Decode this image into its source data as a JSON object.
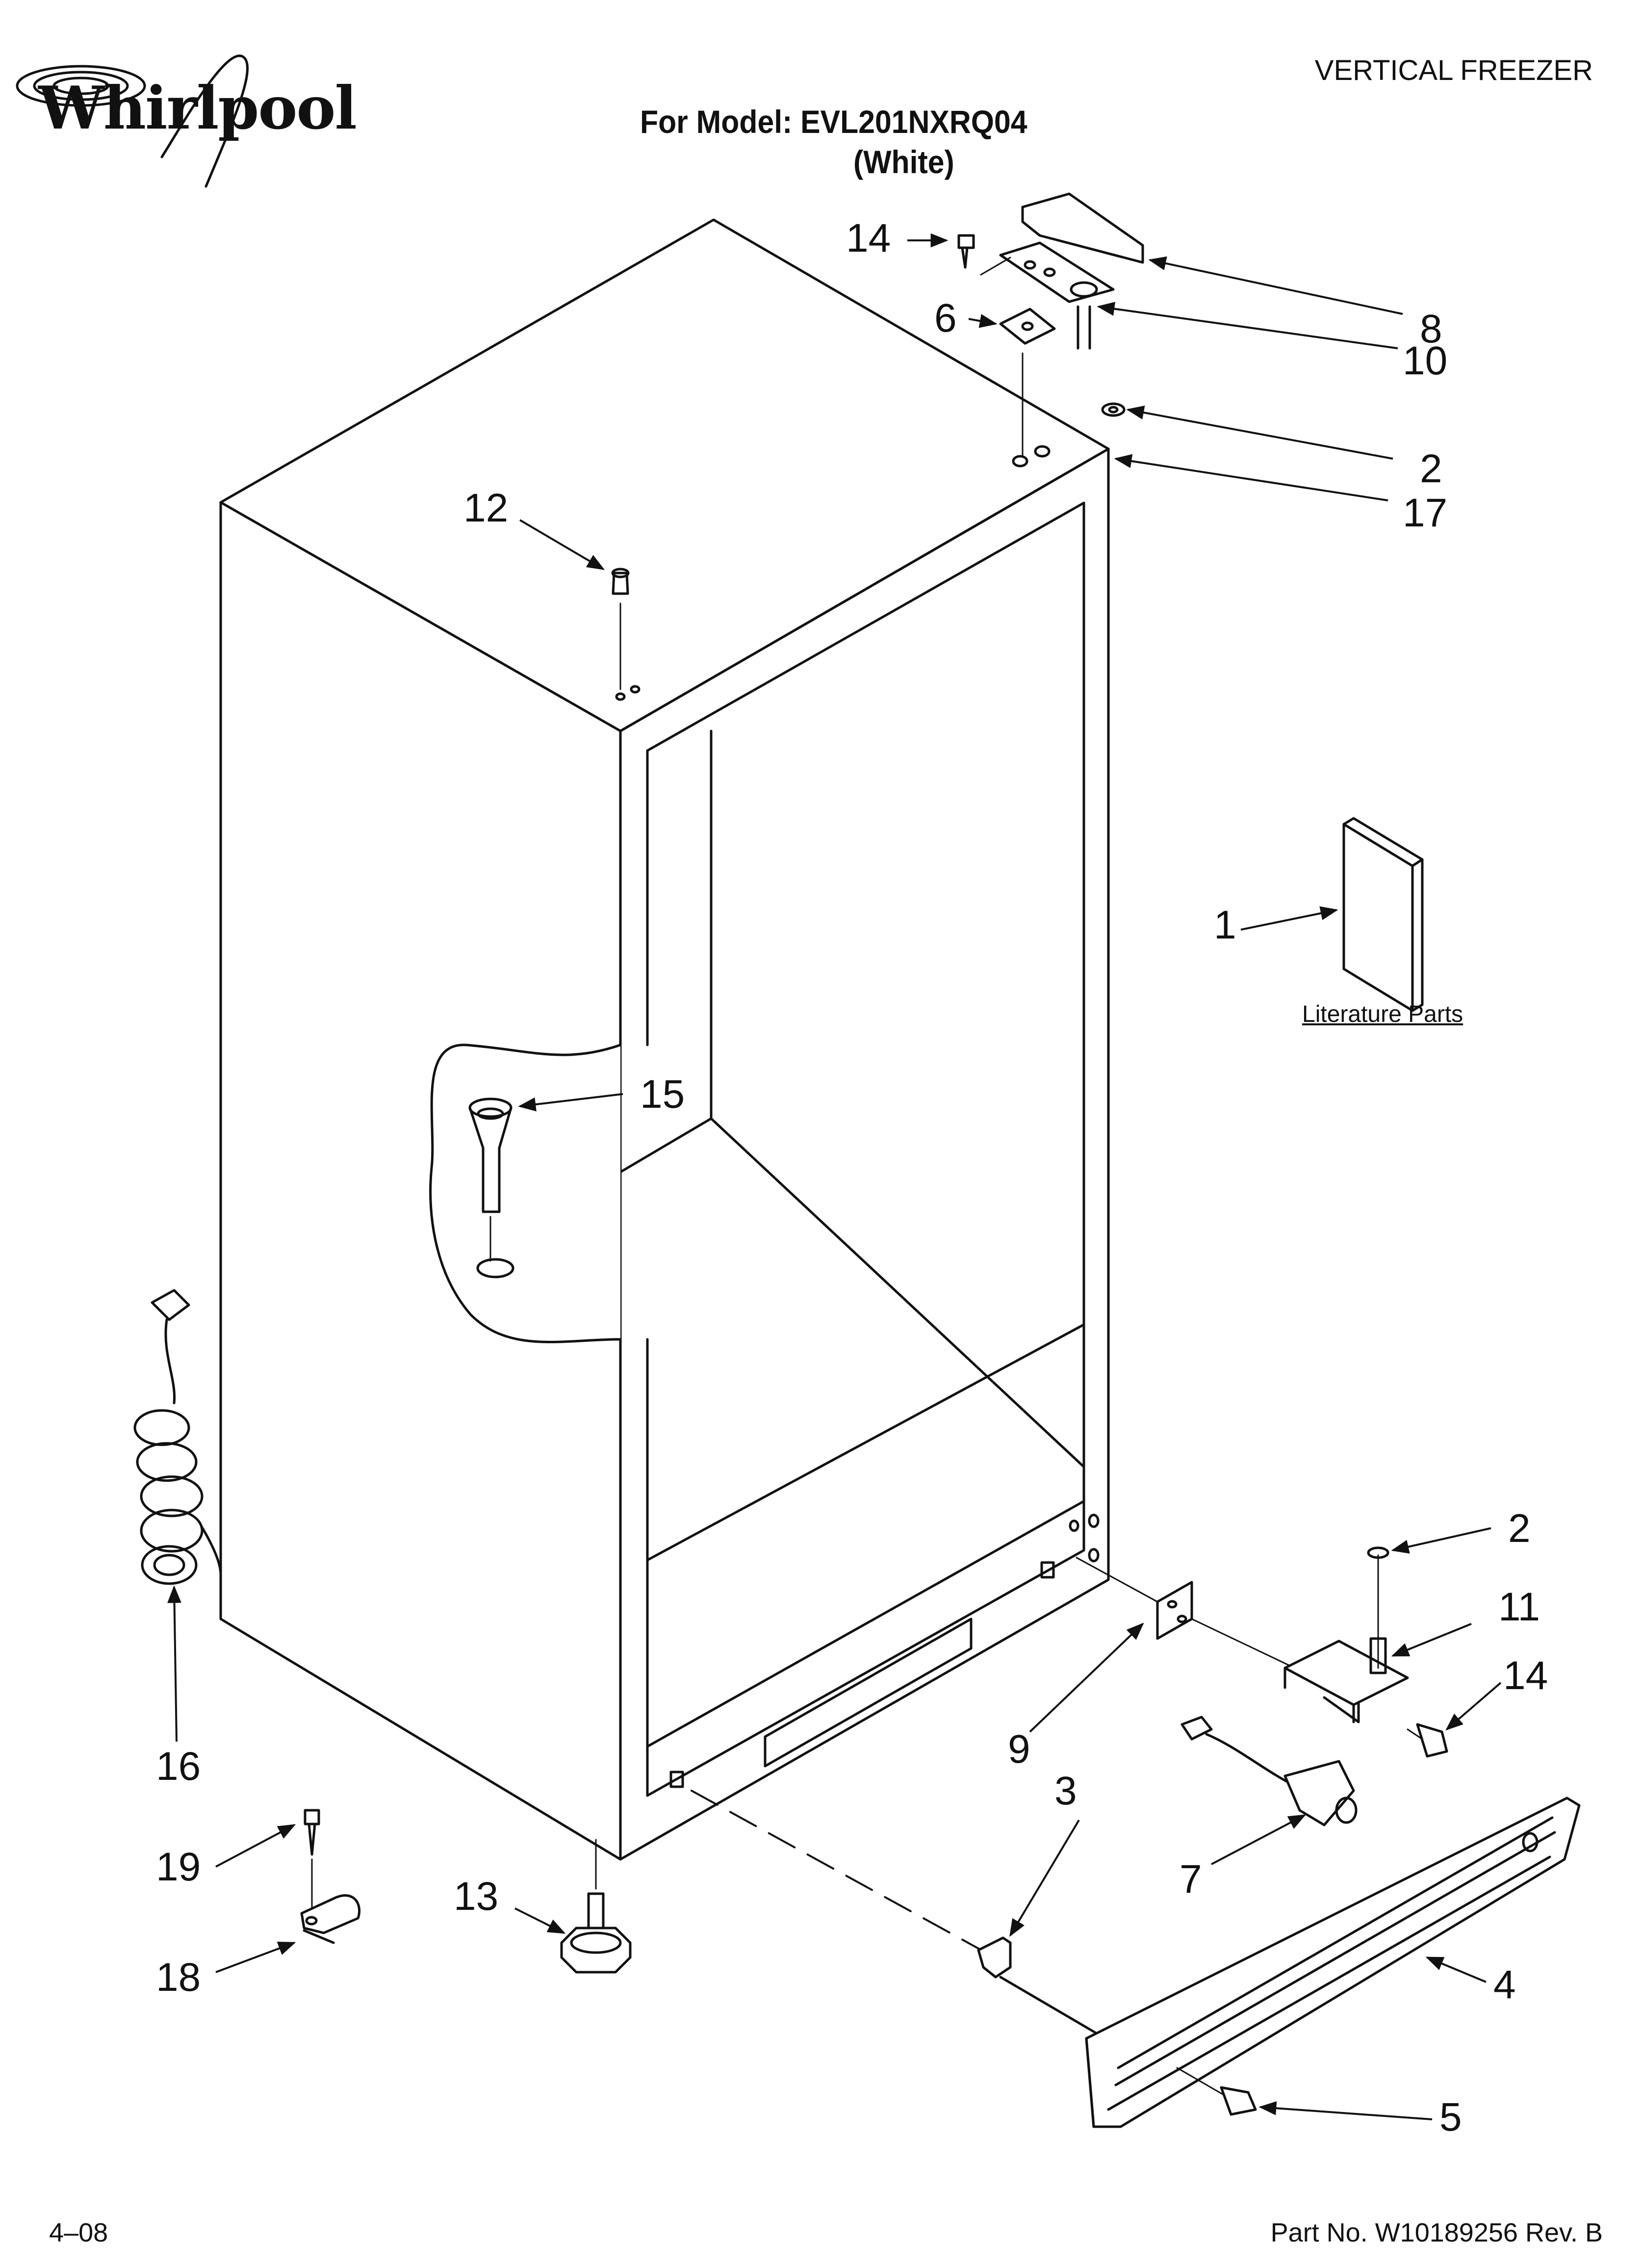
{
  "header": {
    "brand": "Whirlpool",
    "category": "VERTICAL FREEZER",
    "model_line": "For Model: EVL201NXRQ04",
    "color_line": "(White)"
  },
  "footer": {
    "date_code": "4–08",
    "part_number": "Part No. W10189256 Rev. B"
  },
  "literature_label": "Literature Parts",
  "callouts": {
    "c1": "1",
    "c2a": "2",
    "c2b": "2",
    "c3": "3",
    "c4": "4",
    "c5": "5",
    "c6": "6",
    "c7": "7",
    "c8": "8",
    "c9": "9",
    "c10": "10",
    "c11": "11",
    "c12": "12",
    "c13": "13",
    "c14a": "14",
    "c14b": "14",
    "c15": "15",
    "c16": "16",
    "c17": "17",
    "c18": "18",
    "c19": "19"
  }
}
